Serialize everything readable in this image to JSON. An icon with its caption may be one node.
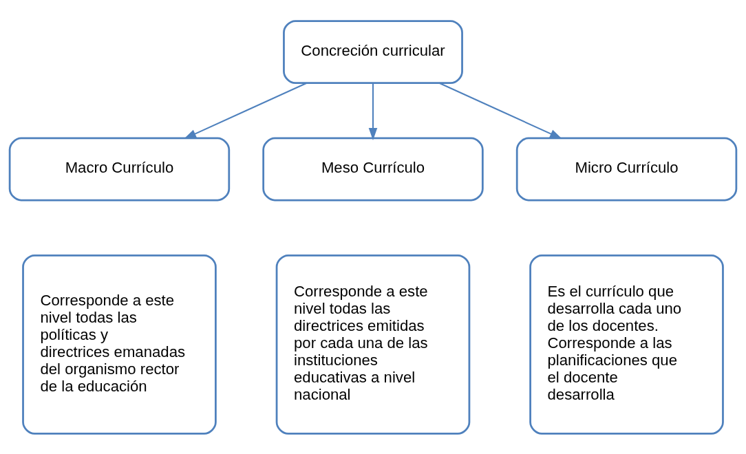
{
  "diagram": {
    "nodes": [
      {
        "text": [
          "Concreción curricular"
        ]
      },
      {
        "text": [
          "Macro Currículo"
        ]
      },
      {
        "text": [
          "Meso Currículo"
        ]
      },
      {
        "text": [
          "Micro Currículo"
        ]
      },
      {
        "text": [
          "Corresponde a este nivel todas las políticas y directrices emanadas del organismo rector de la educación"
        ]
      },
      {
        "text": [
          "Corresponde a este nivel todas las directrices emitidas por cada una de las instituciones educativas a nivel nacional"
        ]
      },
      {
        "text": [
          "Es el currículo que desarrolla cada uno de los docentes. Corresponde a las planificaciones que el docente desarrolla"
        ]
      }
    ],
    "edges": [
      {
        "from": 0,
        "to": 1,
        "arrow": "to"
      },
      {
        "from": 0,
        "to": 2,
        "arrow": "to"
      },
      {
        "from": 0,
        "to": 3,
        "arrow": "to"
      }
    ]
  }
}
